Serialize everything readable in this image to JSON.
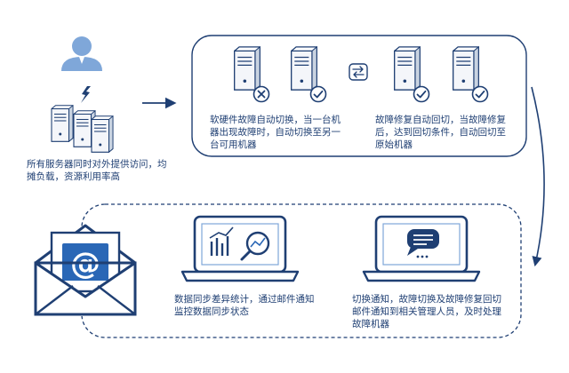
{
  "colors": {
    "navy": "#1f3f73",
    "blue": "#2a67b6",
    "light_blue": "#7fa7d9",
    "pale": "#e6eef8",
    "server_face": "#f4f6fa",
    "server_side": "#c9d3e1"
  },
  "icons": {
    "admin": "person-silhouette",
    "connection": "lightning-bolt",
    "servers": "server-tower",
    "switch": "swap-arrows",
    "fault": "x-circle",
    "ok": "check-circle",
    "mail": "open-envelope-at",
    "chart": "laptop-with-chart",
    "chat": "laptop-with-chat"
  },
  "captions": {
    "servers": "所有服务器同时对外提供访问，均摊负载，资源利用率高",
    "failover": "软硬件故障自动切换，当一台机器出现故障时，自动切换至另一台可用机器",
    "failback": "故障修复自动回切，当故障修复后，达到回切条件，自动回切至原始机器",
    "sync": "数据同步差异统计，通过邮件通知监控数据同步状态",
    "notify": "切换通知，故障切换及故障修复回切邮件通知到相关管理人员，及时处理故障机器"
  }
}
